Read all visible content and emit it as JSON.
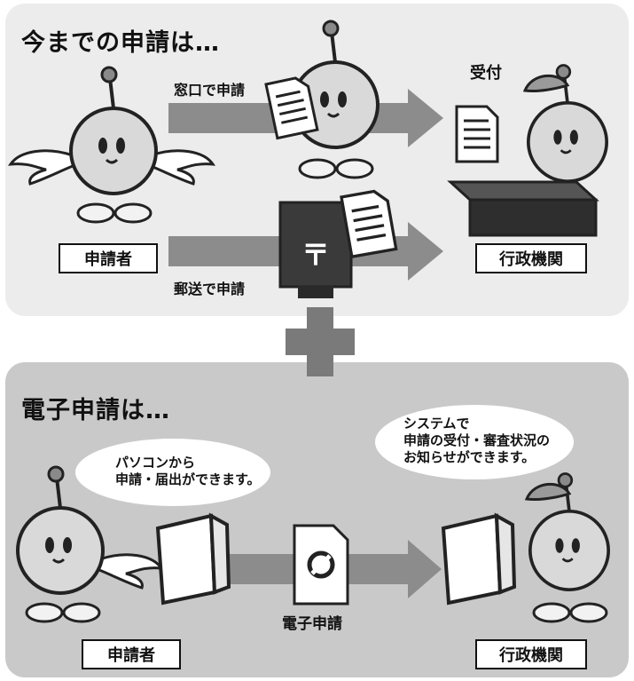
{
  "top": {
    "title": "今までの申請は…",
    "arrow_counter_label": "窓口で申請",
    "arrow_mail_label": "郵送で申請",
    "received_label": "受付",
    "applicant_label": "申請者",
    "agency_label": "行政機関"
  },
  "bottom": {
    "title": "電子申請は…",
    "pc_note_line1": "パソコンから",
    "pc_note_line2": "申請・届出ができます。",
    "system_note_line1": "システムで",
    "system_note_line2": "申請の受付・審査状況の",
    "system_note_line3": "お知らせができます。",
    "e_application_label": "電子申請",
    "applicant_label": "申請者",
    "agency_label": "行政機関"
  },
  "colors": {
    "top_panel": "#ececec",
    "bottom_panel": "#c9c9c9",
    "arrow": "#8c8c8c",
    "plus": "#7a7a7a",
    "mailbox": "#3a3a3a"
  }
}
